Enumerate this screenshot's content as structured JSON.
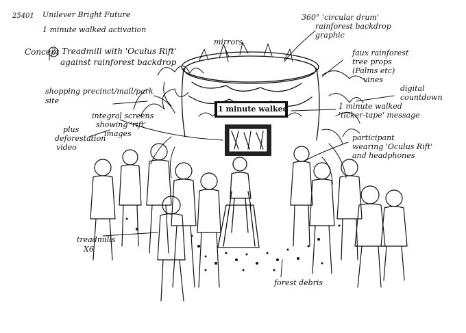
{
  "header": {
    "job_number": "25401",
    "client": "Unilever Bright Future",
    "activation": "1 minute walked activation",
    "concept_label": "Concept",
    "concept_number": "2",
    "concept_line1": "Treadmill with 'Oculus Rift'",
    "concept_line2": "against rainforest backdrop"
  },
  "annotations": {
    "mirrors": "mirrors",
    "drum_line1": "360° 'circular drum'",
    "drum_line2": "rainforest backdrop",
    "drum_line3": "graphic",
    "props_line1": "faux rainforest",
    "props_line2": "tree props",
    "props_line3": "(Palms etc)",
    "props_line4": "vines",
    "countdown_line1": "digital",
    "countdown_line2": "countdown",
    "site_line1": "shopping precinct/mall/park",
    "site_line2": "site",
    "sign_text": "1 minute walked",
    "ticker_line1": "1 minute walked",
    "ticker_line2": "'ticker-tape' message",
    "screens_line1": "integral screens",
    "screens_line2": "showing 'rift'",
    "screens_line3": "images",
    "deforest_line1": "plus",
    "deforest_line2": "deforestation",
    "deforest_line3": "video",
    "participant_line1": "participant",
    "participant_line2": "wearing 'Oculus Rift'",
    "participant_line3": "and headphones",
    "treadmills_line1": "treadmills",
    "treadmills_line2": "X6",
    "debris": "forest debris"
  }
}
